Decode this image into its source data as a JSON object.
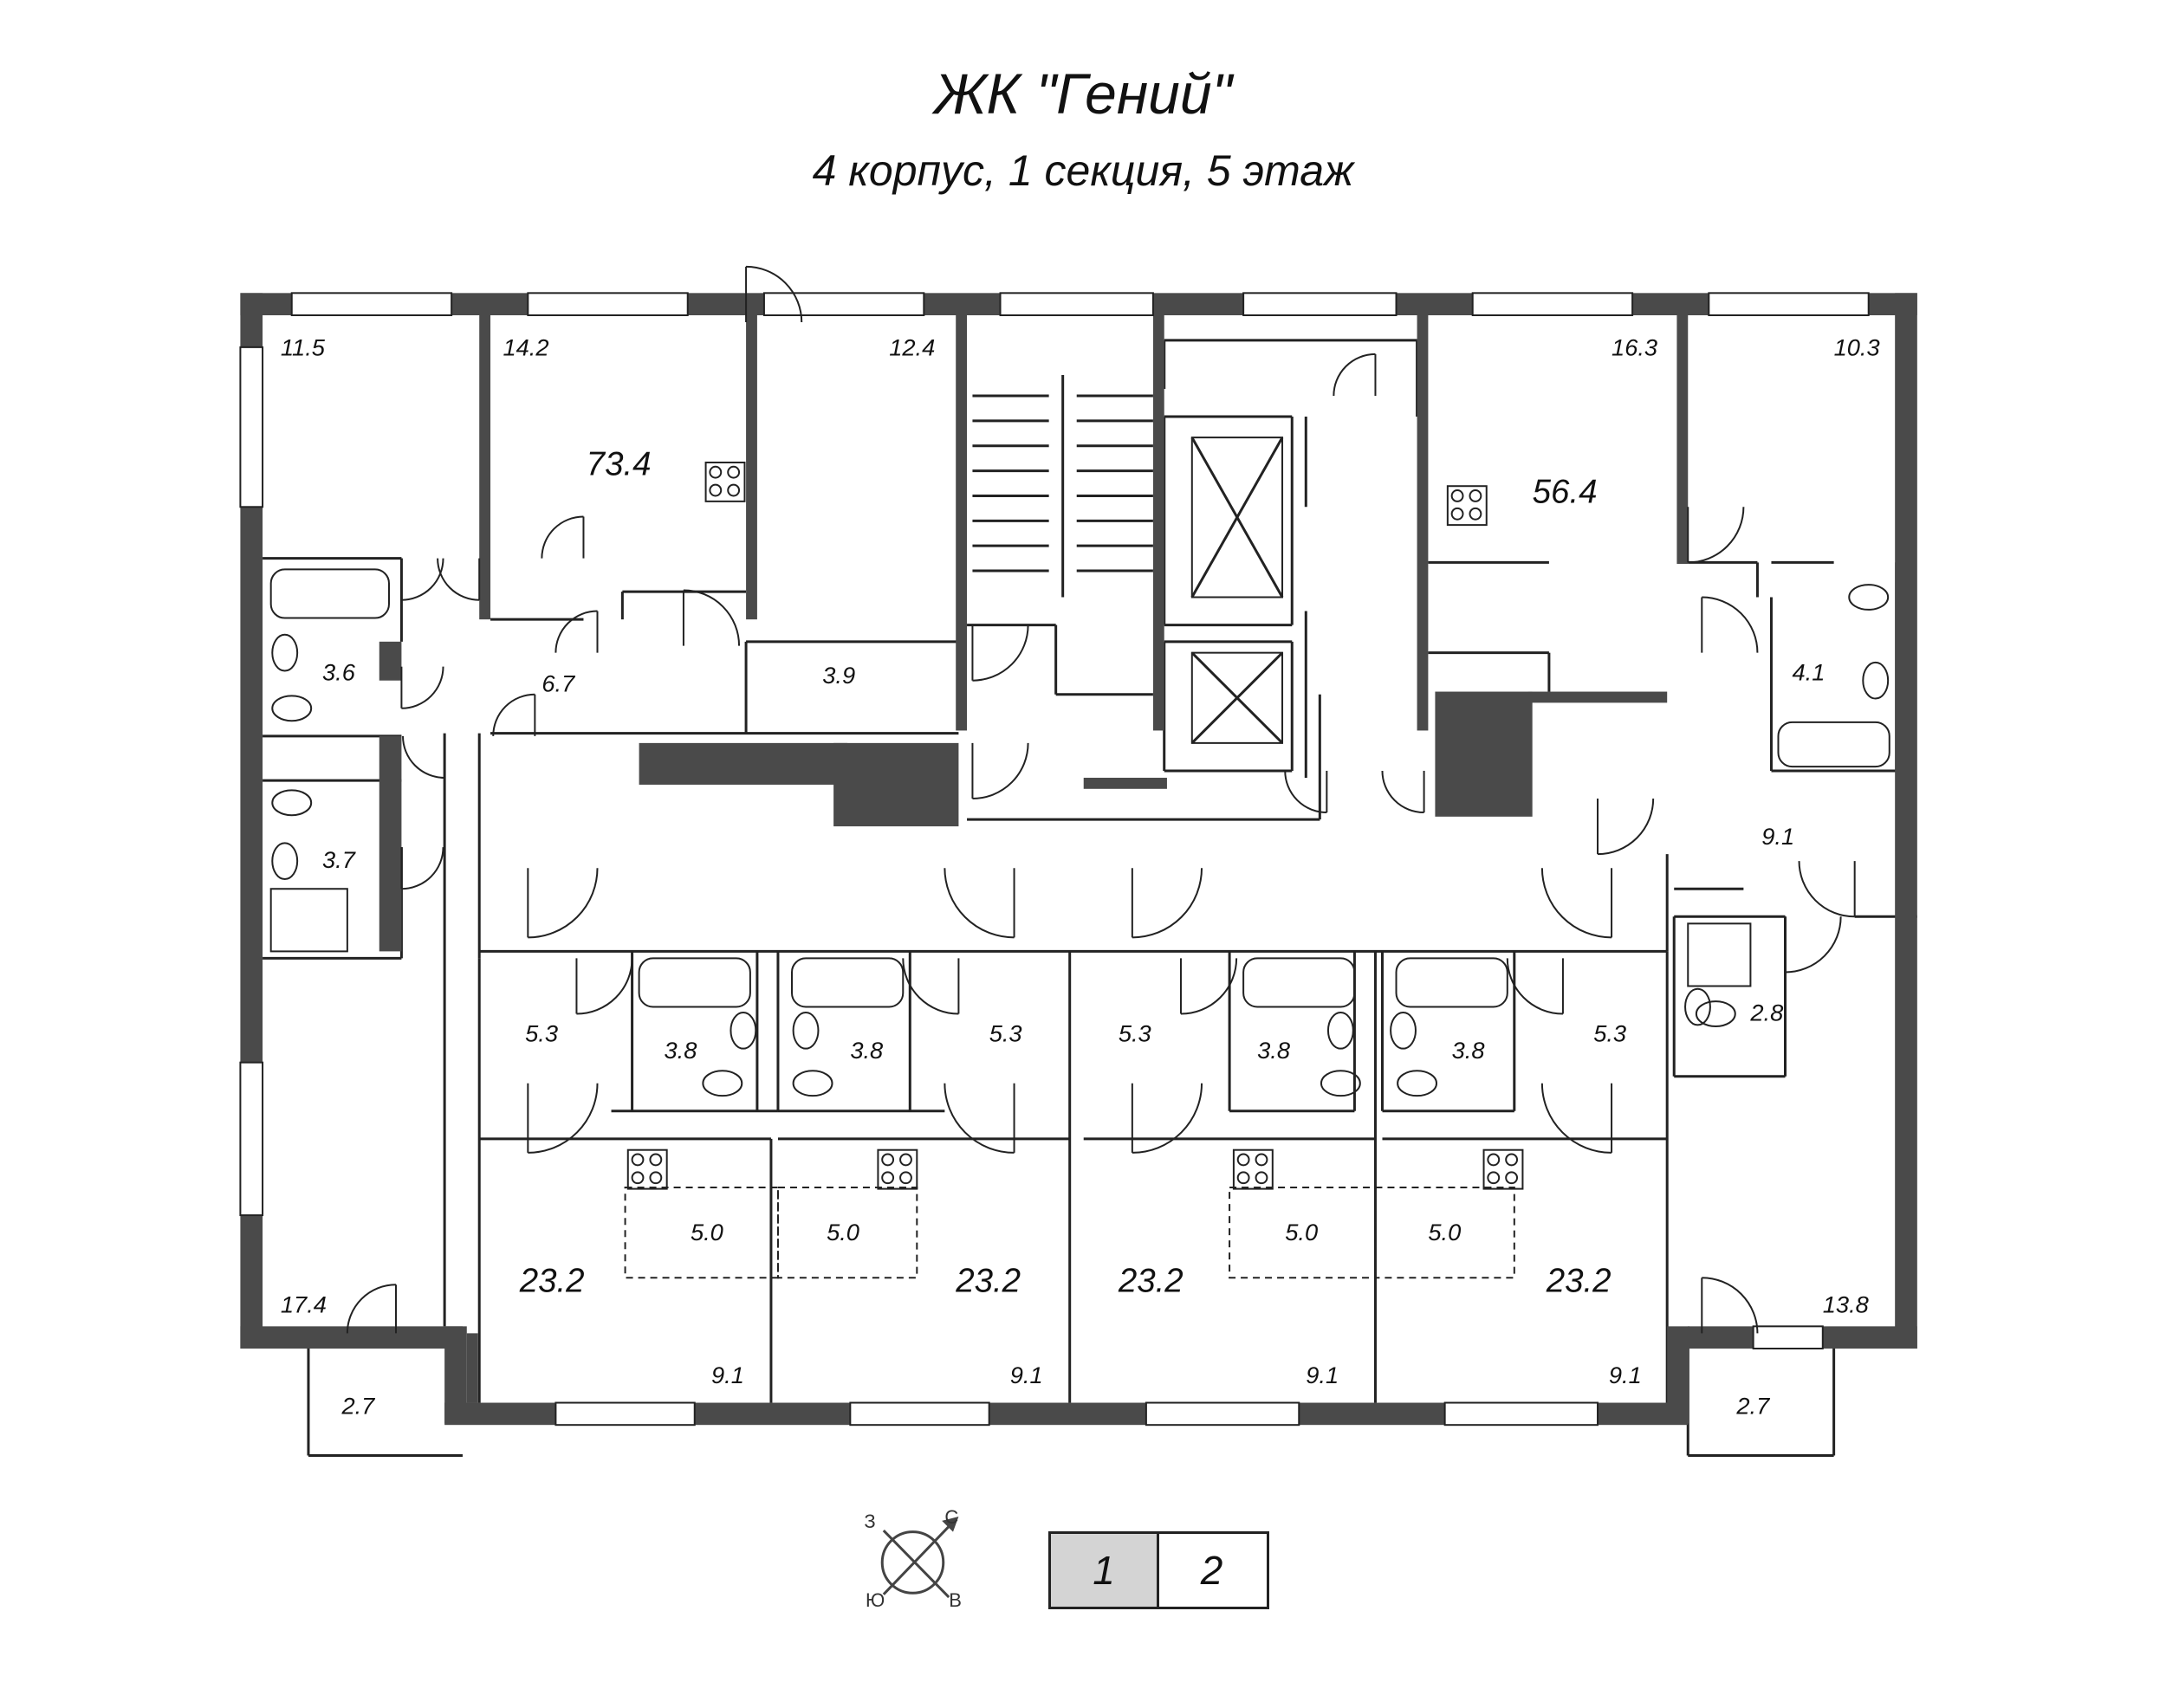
{
  "header": {
    "title": "ЖК \"Гений\"",
    "subtitle": "4 корпус, 1 секция, 5 этаж"
  },
  "apartment_totals": [
    {
      "id": "apt-73",
      "value": "73.4"
    },
    {
      "id": "apt-56",
      "value": "56.4"
    },
    {
      "id": "studio-1",
      "value": "23.2"
    },
    {
      "id": "studio-2",
      "value": "23.2"
    },
    {
      "id": "studio-3",
      "value": "23.2"
    },
    {
      "id": "studio-4",
      "value": "23.2"
    }
  ],
  "room_areas": [
    "11.5",
    "14.2",
    "12.4",
    "16.3",
    "10.3",
    "3.6",
    "6.7",
    "3.9",
    "4.1",
    "3.7",
    "9.1",
    "5.3",
    "3.8",
    "3.8",
    "5.3",
    "5.3",
    "3.8",
    "3.8",
    "5.3",
    "2.8",
    "5.0",
    "5.0",
    "5.0",
    "5.0",
    "17.4",
    "13.8",
    "9.1",
    "9.1",
    "9.1",
    "9.1",
    "2.7",
    "2.7"
  ],
  "compass": {
    "north": "С",
    "east": "В",
    "south": "Ю",
    "west": "З"
  },
  "section_tabs": [
    {
      "label": "1",
      "active": true
    },
    {
      "label": "2",
      "active": false
    }
  ],
  "colors": {
    "wall": "#4a4a4a",
    "line": "#222222",
    "active_tab": "#d4d4d4"
  }
}
